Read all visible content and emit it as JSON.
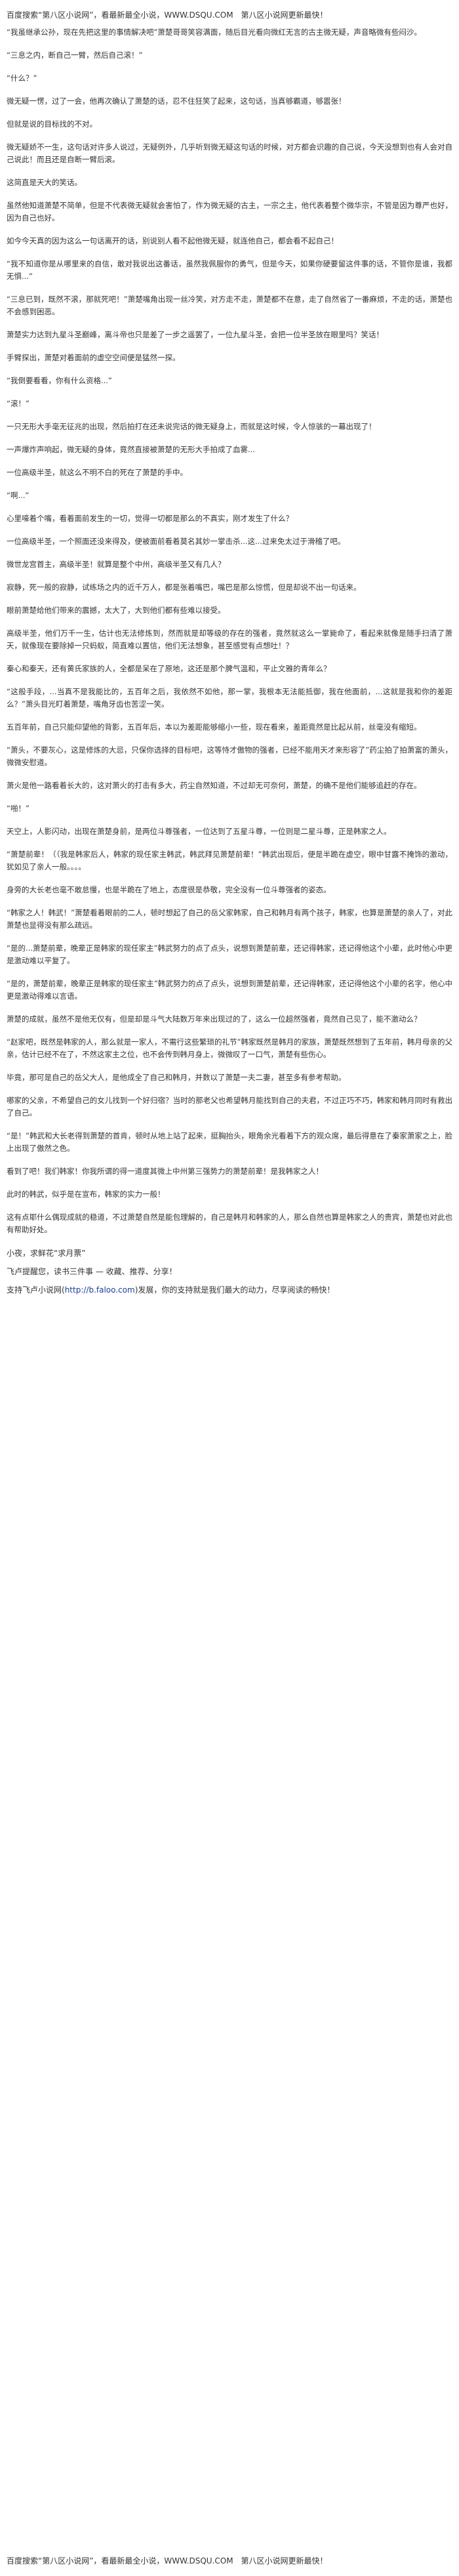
{
  "header": {
    "banner": "百度搜索“第八区小说网”，看最新最全小说，WWW.DSQU.COM　第八区小说网更新最快！"
  },
  "paragraphs": [
    "“我虽继承公孙，现在先把这里的事情解决吧”萧楚哥哥笑容满面，随后目光看向微红无言的古主微无疑，声音略微有些闷沙。",
    "“三息之内，断自己一臂，然后自己滚！”",
    "“什么？”",
    "微无疑一愣，过了一会，他再次确认了萧楚的话，忍不住狂笑了起来，这句话，当真够霸道，够嚣张！",
    "但就是说的目标找的不对。",
    "微无疑娇不一生，这句话对许多人说过，无疑例外，几乎听到微无疑这句话的时候，对方都会识趣的自己说，今天没想到也有人会对自己说此！而且还是自断一臂后滚。",
    "这简直是天大的笑话。",
    "虽然他知道萧楚不简单，但是不代表微无疑就会害怕了，作为微无疑的古主，一宗之主，他代表着整个微华宗，不管是因为尊严也好，因为自己也好。",
    "如今今天真的因为这么一句话离开的话，别说别人看不起他微无疑，就连他自己，都会看不起自己！",
    "“我不知道你是从哪里来的自信，敢对我说出这番话，虽然我佩服你的勇气，但是今天，如果你硬要留这件事的话，不管你是谁，我都无惧...”",
    "“三息已到，既然不滚，那就死吧！”萧楚嘴角出现一丝冷笑，对方走不走，萧楚都不在意，走了自然省了一番麻烦，不走的话，萧楚也不会感到困恶。",
    "萧楚实力达到九星斗圣巅峰，离斗帝也只是差了一步之遥罢了，一位九星斗圣，会把一位半圣放在眼里吗？笑话！",
    "手臂探出，萧楚对着面前的虚空空间便是猛然一探。",
    "“我倒要看看，你有什么资格...”",
    "“滚！”",
    "一只无形大手毫无征兆的出现，然后拍打在还未说完话的微无疑身上，而就是这时候，令人惊骇的一幕出现了！",
    "一声爆炸声响起，微无疑的身体，竟然直接被萧楚的无形大手拍成了血雾...",
    "一位高级半圣，就这么不明不白的死在了萧楚的手中。",
    "“啊...”",
    "心里嚎着个嘴，看着面前发生的一切，觉得一切都是那么的不真实，刚才发生了什么？",
    "一位高级半圣，一个照面还没来得及，便被面前看着莫名其妙一掌击杀...这...过来免太过于滑稽了吧。",
    "微世龙宫首主，高级半圣！就算是整个中州，高级半圣又有几人？",
    "寂静，死一般的寂静，试练场之内的近千万人，都是张着嘴巴，嘴巴是那么惊慌，但是却说不出一句话来。",
    "眼前萧楚给他们带来的震撼，太大了，大到他们都有些难以接受。",
    "高级半圣，他们万千一生，估计也无法修炼到，然而就是却等级的存在的强者，竟然就这么一掌毙命了，看起来就像是随手扫清了萧天，就像现在要除掉一只蚂蚁，简直难以置信，他们无法想象，甚至感觉有点想吐！？",
    "秦心和秦天，还有黄氏家族的人，全都是呆在了原地，这还是那个脾气温和，平止文雅的青年么？",
    "“这般手段，...当真不是我能比的，五百年之后，我依然不如他，那一掌，我根本无法能抵御，我在他面前，...这就是我和你的差距么？”萧头目光盯着萧楚，嘴角牙齿也苦涩一笑。",
    "五百年前，自己只能仰望他的背影，五百年后，本以为差距能够缩小一些，现在看来，差距竟然是比起从前，丝毫没有缩短。",
    "“萧头，不要灰心，这是修炼的大忌，只保你选择的目标吧，这等恃才傲物的强者，已经不能用天才来形容了”药尘拍了拍萧富的萧头，微微安慰道。",
    "萧火是他一路看着长大的，这对萧火的打击有多大，药尘自然知道，不过却无可奈何，萧楚，的确不是他们能够追赶的存在。",
    "“啪！”",
    "天空上，人影闪动，出现在萧楚身前，是两位斗尊强者，一位达到了五星斗尊，一位则是二星斗尊，正是韩家之人。",
    "“萧楚前辈！（（我是韩家后人，韩家的现任家主韩武，韩武拜见萧楚前辈！”韩武出现后，便是半跪在虚空，眼中甘露不掩饰的激动，犹如见了亲人一般。。。。",
    "身旁的大长老也毫不敢怠慢，也是半跪在了地上，态度很是恭敬，完全没有一位斗尊强者的姿态。",
    "“韩家之人！韩武！”萧楚看着眼前的二人，顿时想起了自己的岳父家韩家，自己和韩月有两个孩子，韩家，也算是萧楚的亲人了，对此萧楚也显得没有那么疏远。",
    "“是的...萧楚前辈，晚辈正是韩家的现任家主”韩武努力的点了点头，说想到萧楚前辈，还记得韩家，还记得他这个小辈，此时他心中更是激动难以平复了。",
    "“是的，萧楚前辈，晚辈正是韩家的现任家主”韩武努力的点了点头，说想到萧楚前辈，还记得韩家，还记得他这个小辈的名字，他心中更是激动得难以言语。",
    "萧楚的成就，虽然不是他无仅有，但是却是斗气大陆数万年来出现过的了，这么一位超然强者，竟然自己见了，能不激动么？",
    "“赵家吧，既然是韩家的人，那么就是一家人，不需行这些繁琐的礼节”韩家既然是韩月的家族，萧楚既然想到了五年前，韩月母亲的父亲，估计已经不在了，不然这家主之位，也不会传到韩月身上，微微叹了一口气，萧楚有些伤心。",
    "毕竟，那可是自己的岳父大人，是他成全了自己和韩月，并数以了萧楚一夫二妻，甚至多有参考帮助。",
    "哪家的父亲，不希望自己的女儿找到一个好归宿？当时的那老父也希望韩月能找到自己的夫君，不过正巧不巧，韩家和韩月同时有救出了自己。",
    "“是！”韩武和大长老得到萧楚的首肯，顿时从地上站了起来，挺胸抬头，眼角余光看着下方的观众席，最后得意在了秦家萧家之上，脸上出现了傲然之色。",
    "看到了吧！我们韩家！你我所谓的得一道度其微上中州第三强势力的萧楚前辈！是我韩家之人！",
    "此时的韩武，似乎是在宣布，韩家的实力一般！",
    "这有点耶什么偶现成就的稳道，不过萧楚自然是能包理解的，自己是韩月和韩家的人，那么自然也算是韩家之人的贵宾，萧楚也对此也有帮助好处。"
  ],
  "closing": {
    "author_note": "小夜，求鲜花“求月票”",
    "reminder": "飞卢提醒您，读书三件事 — 收藏、推荐、分享！",
    "support_prefix": "支持飞卢小说网(",
    "support_url": "http://b.faloo.com",
    "support_suffix": ")发展，你的支持就是我们最大的动力，尽享阅读的畅快！"
  },
  "footer": {
    "banner": "百度搜索“第八区小说网”，看最新最全小说，WWW.DSQU.COM　第八区小说网更新最快！"
  },
  "colors": {
    "text": "#333333",
    "link": "#1a3f9a",
    "background": "#ffffff"
  }
}
